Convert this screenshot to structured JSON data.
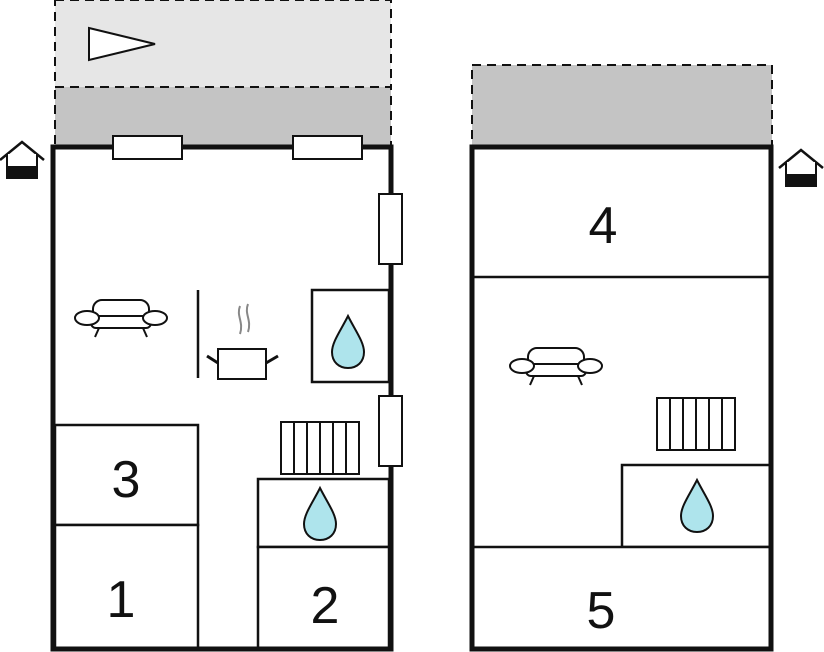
{
  "colors": {
    "wall": "#111111",
    "terrace_light": "#e6e6e6",
    "terrace_dark": "#c4c4c4",
    "water": "#aee4ec"
  },
  "floors": [
    {
      "name": "",
      "rooms": [
        {
          "number": "3",
          "kind": "bedroom"
        },
        {
          "number": "1",
          "kind": "bedroom"
        },
        {
          "number": "2",
          "kind": "bedroom"
        }
      ],
      "icons": [
        "entrance-icon",
        "sofa-icon",
        "cooking-pot-icon",
        "bathroom-water-drop-icon",
        "radiator-icon",
        "window-icon",
        "compass-arrow-icon"
      ]
    },
    {
      "name": "",
      "rooms": [
        {
          "number": "4",
          "kind": "bedroom"
        },
        {
          "number": "5",
          "kind": "bedroom"
        }
      ],
      "icons": [
        "entrance-icon",
        "sofa-icon",
        "radiator-icon",
        "bathroom-water-drop-icon"
      ]
    }
  ]
}
